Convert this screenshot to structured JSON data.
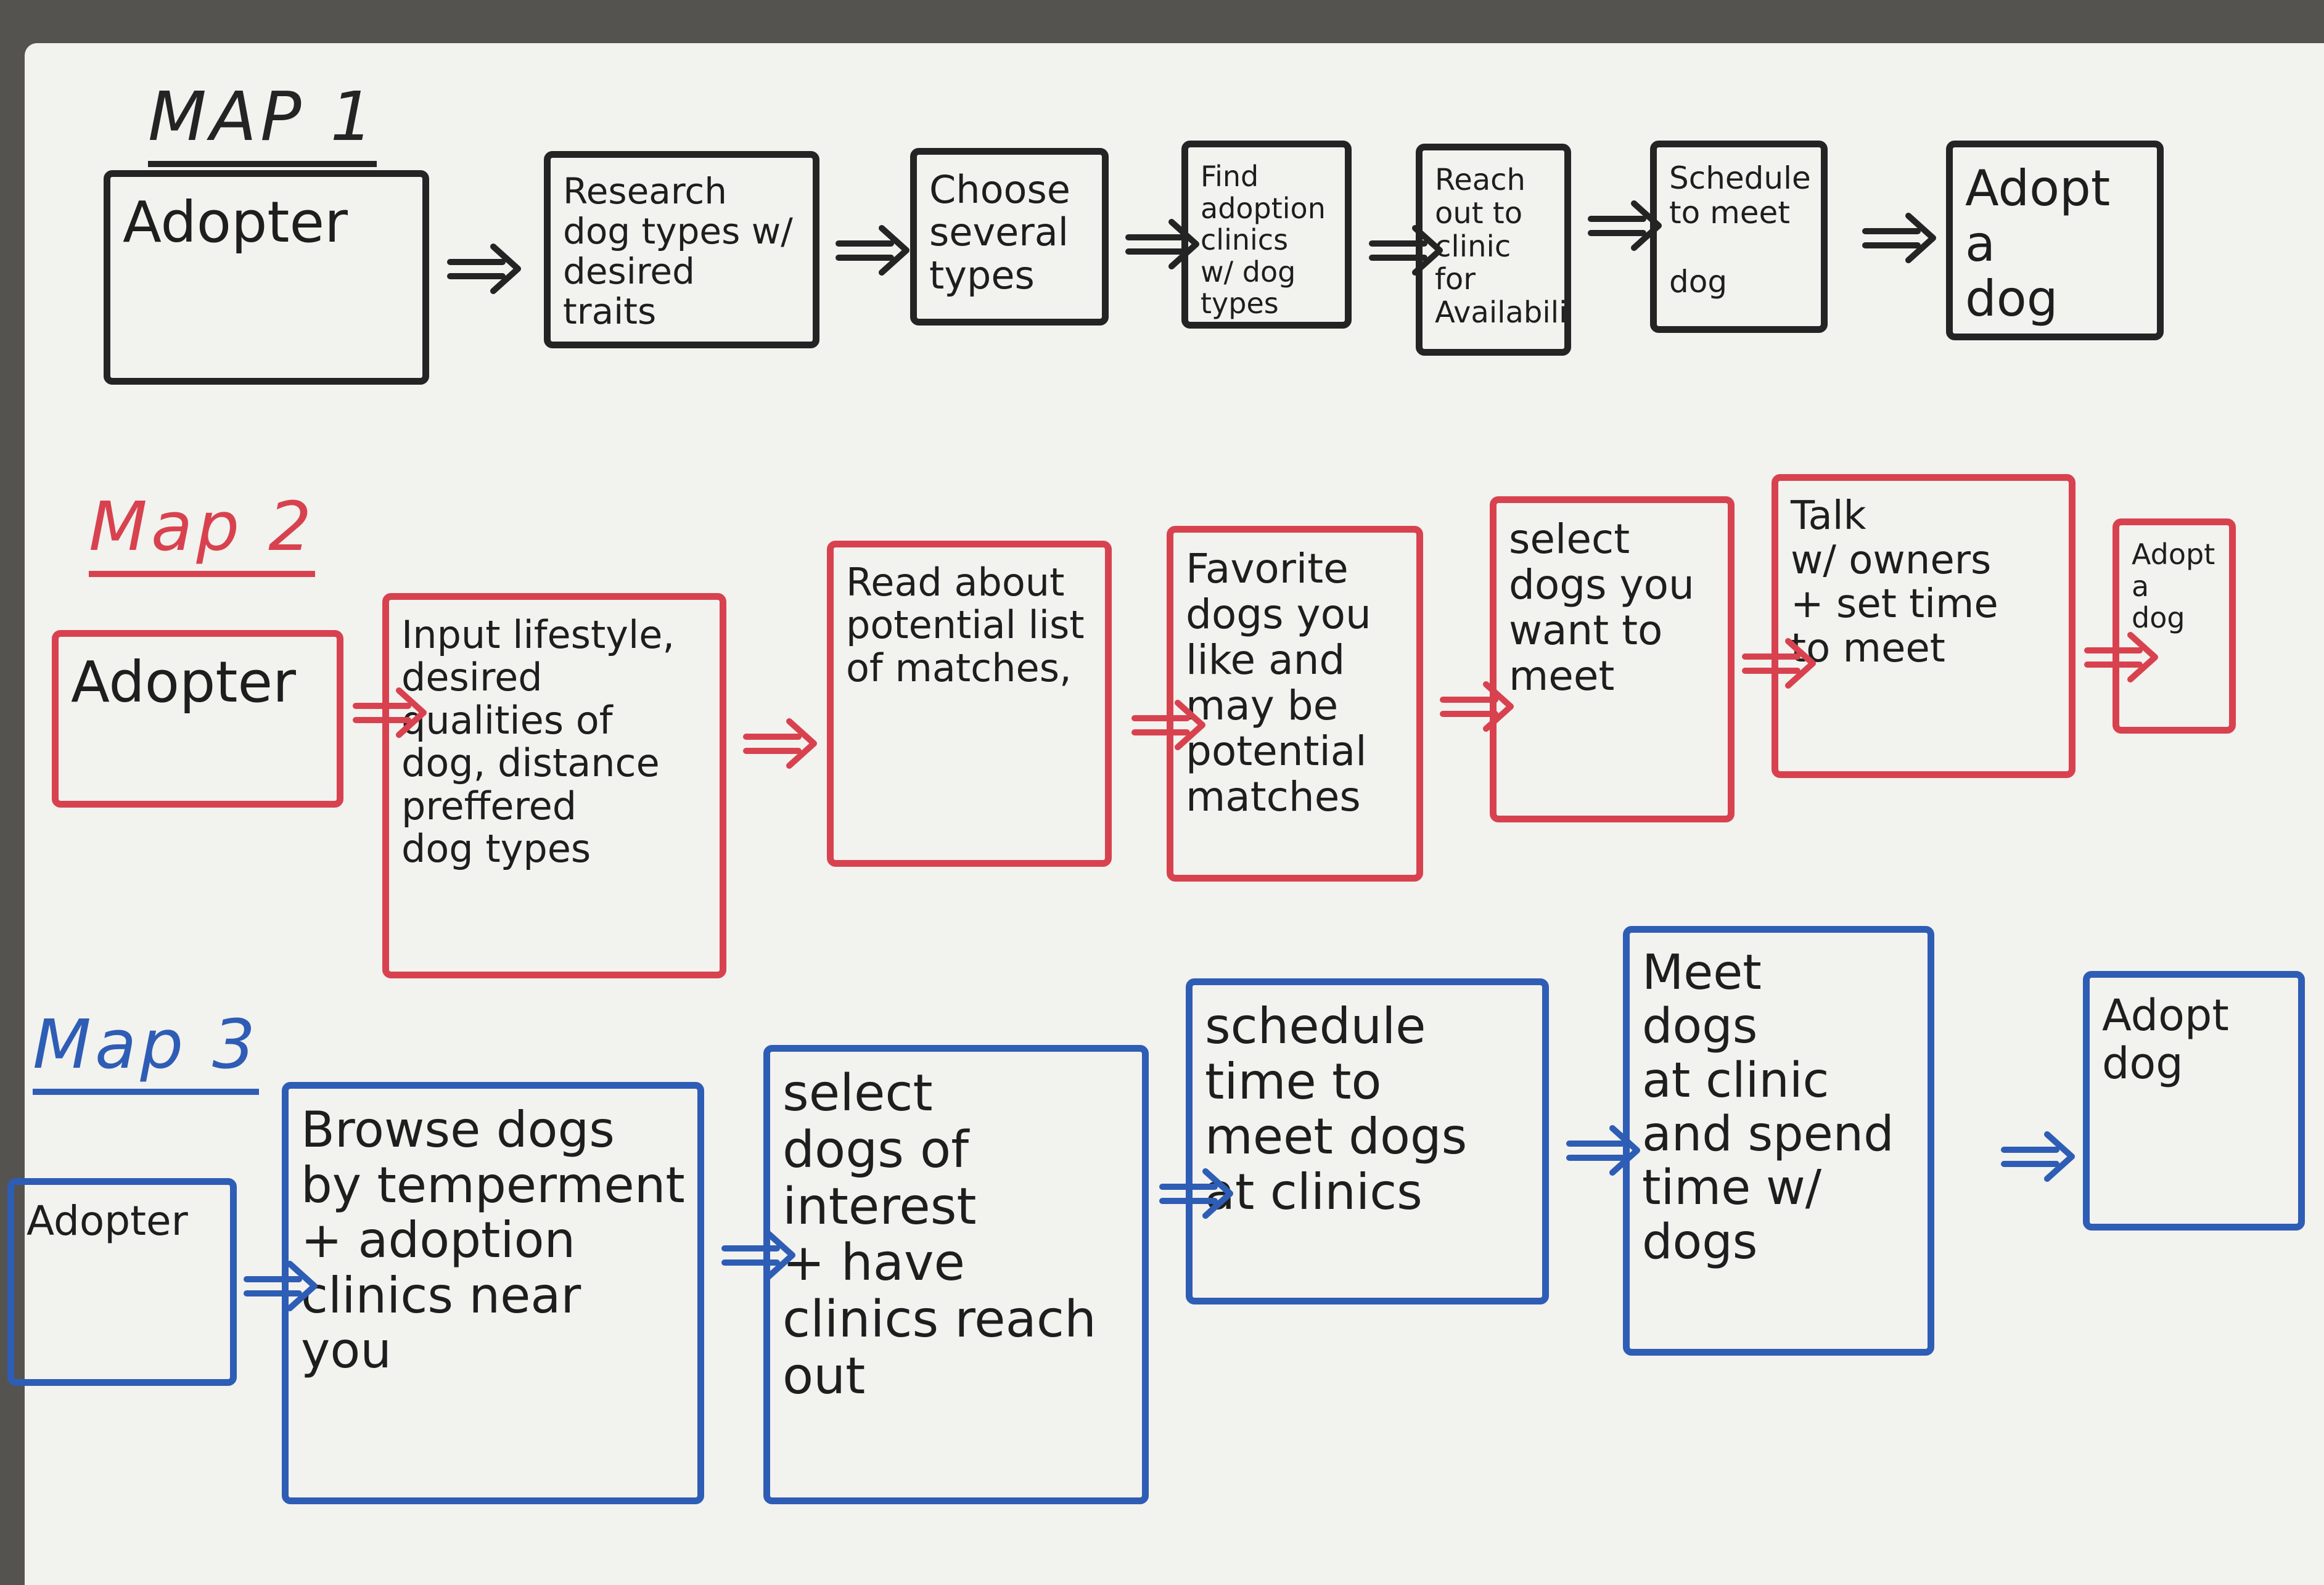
{
  "colors": {
    "map1": "#242424",
    "map2": "#d8424f",
    "map3": "#2e5db5",
    "board": "#f2f2ef"
  },
  "maps": [
    {
      "title": "MAP 1",
      "steps": [
        "Adopter",
        "Research\ndog types w/\ndesired\ntraits",
        "Choose\nseveral\ntypes",
        "Find\nadoption\nclinics\nw/ dog\ntypes",
        "Reach\nout to\nclinic\nfor\nAvailability",
        "Schedule\nto meet\n\ndog",
        "Adopt\na\ndog"
      ]
    },
    {
      "title": "Map 2",
      "steps": [
        "Adopter",
        "Input lifestyle,\ndesired\nqualities of\ndog, distance\npreffered\ndog types",
        "Read about\npotential list\nof matches,",
        "Favorite\ndogs you\nlike and\nmay be\npotential\nmatches",
        "select\ndogs you\nwant to\nmeet",
        "Talk\nw/ owners\n+ set time\nto meet",
        "Adopt\na\ndog"
      ]
    },
    {
      "title": "Map 3",
      "steps": [
        "Adopter",
        "Browse dogs\nby temperment\n+ adoption\nclinics near\nyou",
        "select\ndogs of\ninterest\n+ have\nclinics reach\nout",
        "schedule\ntime to\nmeet dogs\nat clinics",
        "Meet\ndogs\nat clinic\nand spend\ntime w/\ndogs",
        "Adopt\ndog"
      ]
    }
  ],
  "connector_icon": "double-arrow-right"
}
